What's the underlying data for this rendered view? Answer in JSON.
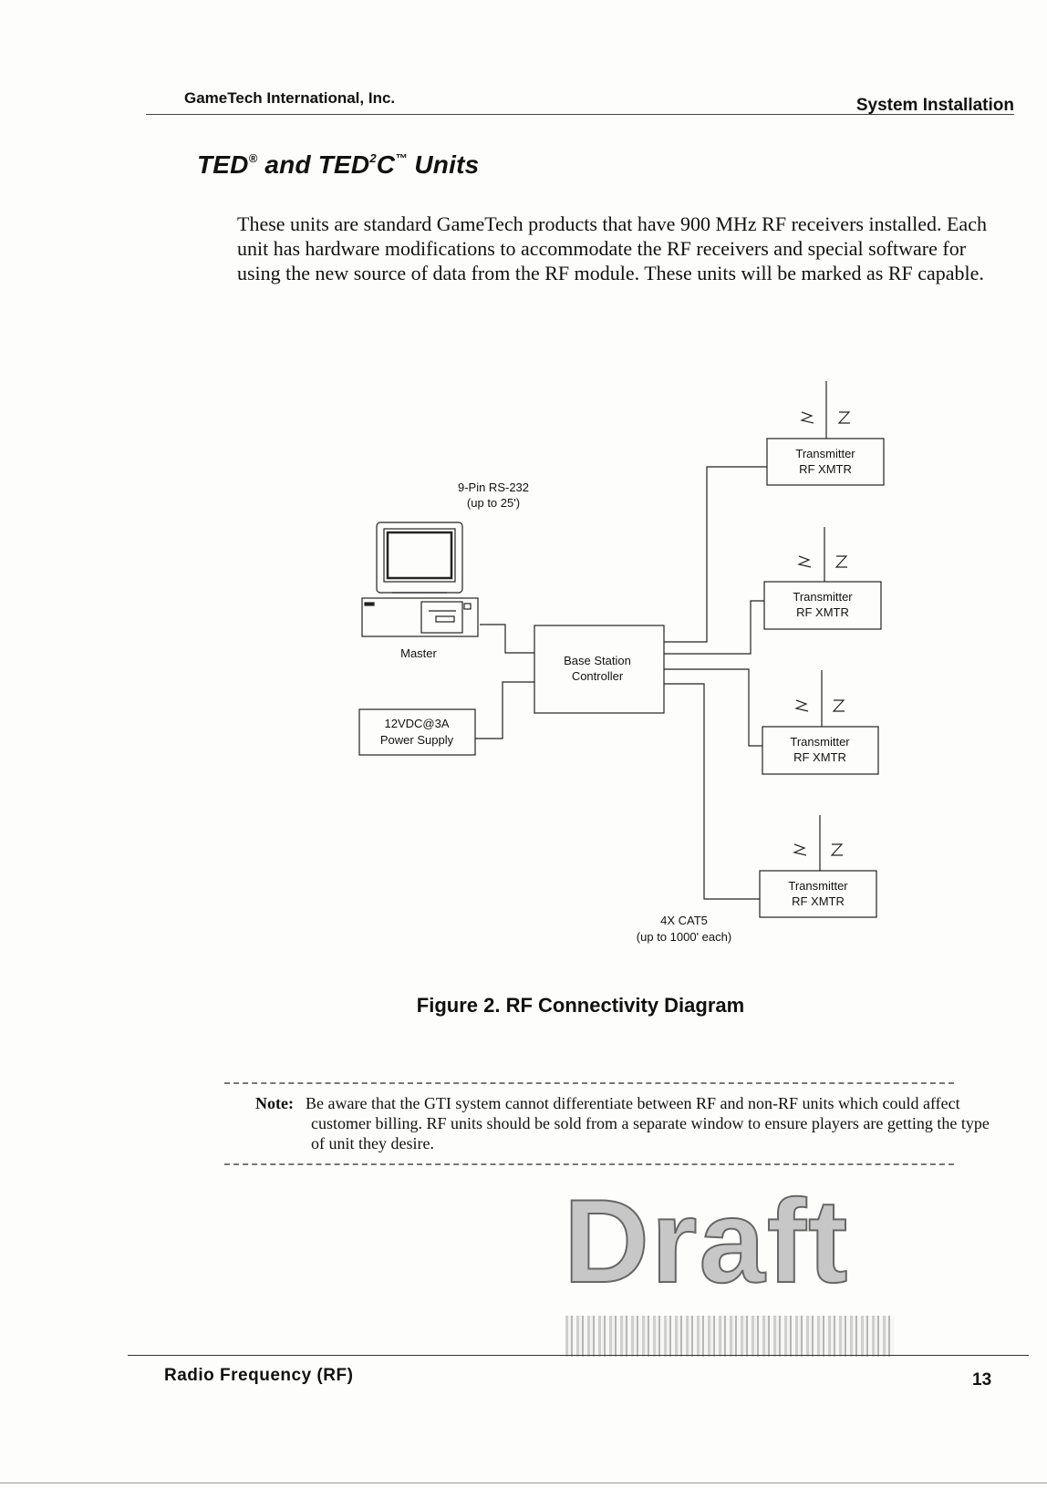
{
  "header": {
    "company": "GameTech International, Inc.",
    "section": "System Installation"
  },
  "title": {
    "part1": "TED",
    "reg": "®",
    "part2": " and TED",
    "sup2": "2",
    "part3": "C",
    "tm": "™",
    "part4": " Units"
  },
  "intro_paragraph": "These units are standard GameTech products that have 900 MHz RF receivers installed. Each unit has hardware modifications to accommodate the RF receivers and special software for using the new source of data from the RF module. These units will be marked as RF capable.",
  "diagram": {
    "rs232_label_line1": "9-Pin RS-232",
    "rs232_label_line2": "(up to 25')",
    "master_label": "Master",
    "power_line1": "12VDC@3A",
    "power_line2": "Power Supply",
    "base_line1": "Base Station",
    "base_line2": "Controller",
    "transmitters": [
      {
        "line1": "Transmitter",
        "line2": "RF XMTR"
      },
      {
        "line1": "Transmitter",
        "line2": "RF XMTR"
      },
      {
        "line1": "Transmitter",
        "line2": "RF XMTR"
      },
      {
        "line1": "Transmitter",
        "line2": "RF XMTR"
      }
    ],
    "cat5_line1": "4X CAT5",
    "cat5_line2": "(up to 1000' each)"
  },
  "figure_caption": "Figure 2.  RF Connectivity Diagram",
  "note": {
    "label": "Note:",
    "text": "Be aware that the GTI system cannot differentiate between RF and non-RF units which could affect customer billing. RF units should be sold from a separate window to ensure players are getting the type of unit they desire."
  },
  "watermark": "Draft",
  "footer": {
    "chapter": "Radio Frequency (RF)",
    "page_number": "13"
  }
}
